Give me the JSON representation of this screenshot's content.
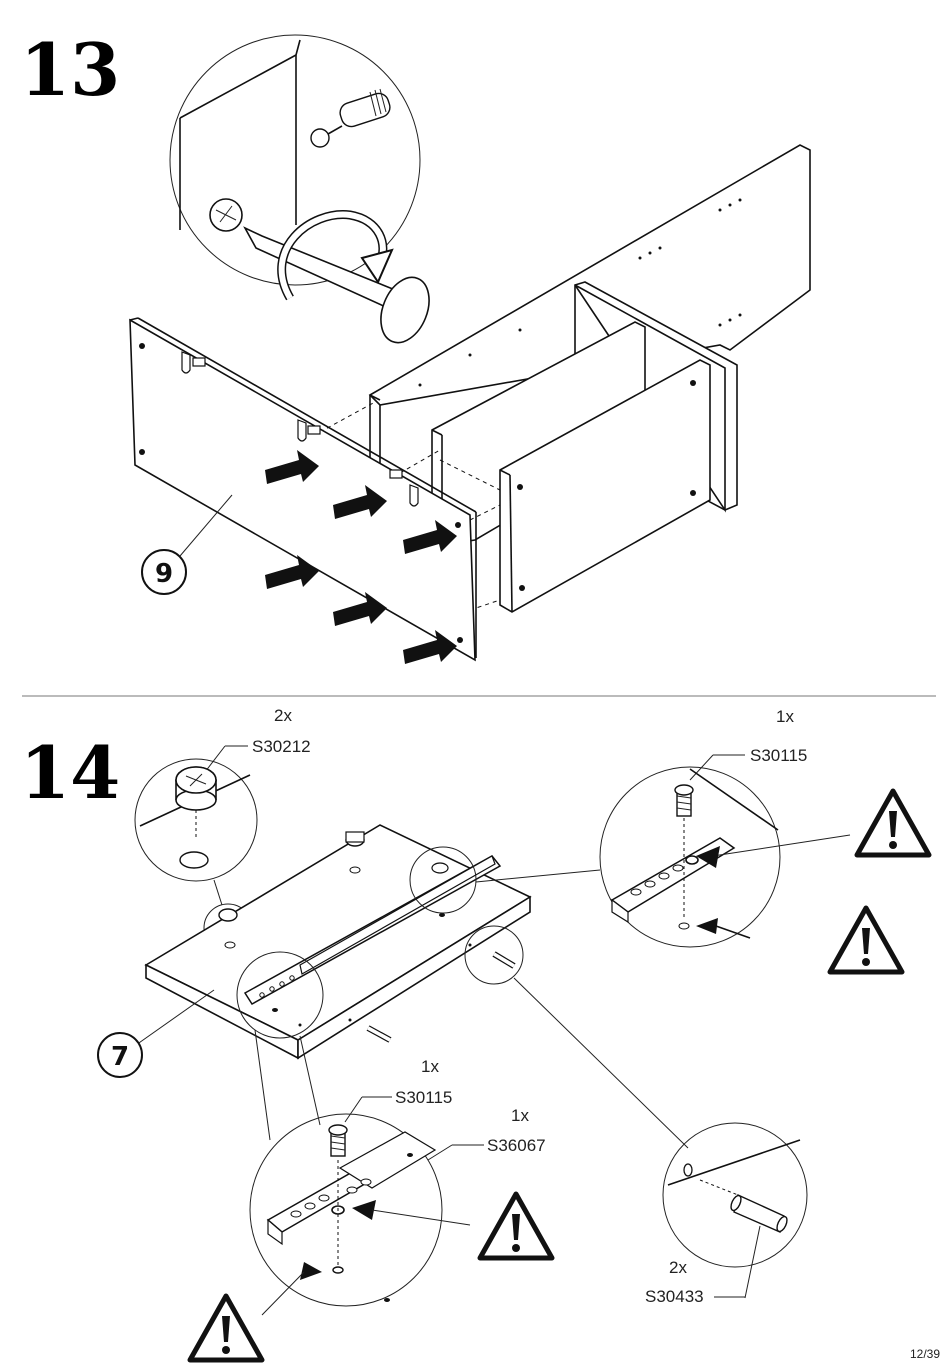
{
  "page": {
    "number": "12/39"
  },
  "step13": {
    "number": "13",
    "part_label": "9"
  },
  "step14": {
    "number": "14",
    "part_label": "7",
    "callouts": [
      {
        "qty": "2x",
        "code": "S30212"
      },
      {
        "qty": "1x",
        "code": "S30115"
      },
      {
        "qty": "1x",
        "code": "S30115"
      },
      {
        "qty": "1x",
        "code": "S36067"
      },
      {
        "qty": "2x",
        "code": "S30433"
      }
    ]
  },
  "icons": [
    "warning-icon",
    "screwdriver-icon",
    "rotate-arrow-icon",
    "push-arrow-icon"
  ],
  "colors": {
    "ink": "#111111",
    "paper": "#ffffff"
  }
}
